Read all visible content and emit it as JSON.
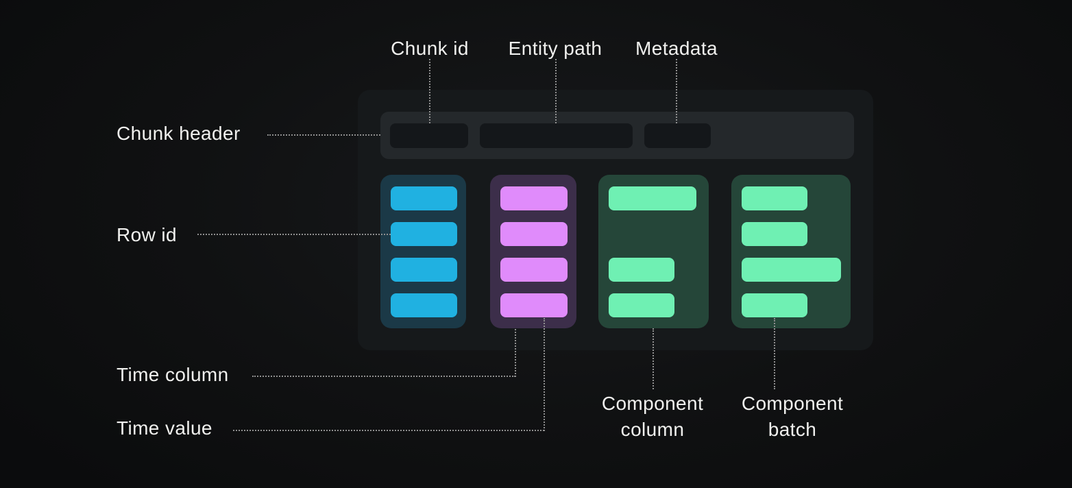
{
  "labels": {
    "chunk_id": "Chunk id",
    "entity_path": "Entity path",
    "metadata": "Metadata",
    "chunk_header": "Chunk header",
    "row_id": "Row id",
    "time_column": "Time column",
    "time_value": "Time value",
    "component_column": [
      "Component",
      "column"
    ],
    "component_batch": [
      "Component",
      "batch"
    ]
  },
  "colors": {
    "page_bg": "#0d0e10",
    "panel_bg": "#16191b",
    "header_bar_bg": "#24282b",
    "header_pill_bg": "#14171a",
    "connector": "#909090",
    "label_text": "#f0f0ee",
    "row_id_column_bg": "#1b3947",
    "row_id_pill": "#20b1e1",
    "time_column_bg": "#3c2e4a",
    "time_value_pill": "#e08bfb",
    "component_column_bg": "#254639",
    "component_pill": "#6ff0b3"
  },
  "columns": [
    {
      "name": "row-id-column",
      "pill_name": "row-id-pill",
      "bg": "#1b3947",
      "pill_color": "#20b1e1",
      "pills": [
        97,
        97,
        97,
        97
      ]
    },
    {
      "name": "time-column",
      "pill_name": "time-value-pill",
      "bg": "#3c2e4a",
      "pill_color": "#e08bfb",
      "pills": [
        98,
        98,
        98,
        98
      ]
    },
    {
      "name": "component-column",
      "pill_name": "component-batch-pill",
      "bg": "#254639",
      "pill_color": "#6ff0b3",
      "pills": [
        128,
        null,
        96,
        96
      ]
    },
    {
      "name": "component-batch-column",
      "pill_name": "component-batch-pill",
      "bg": "#254639",
      "pill_color": "#6ff0b3",
      "pills": [
        96,
        96,
        145,
        96
      ]
    }
  ]
}
